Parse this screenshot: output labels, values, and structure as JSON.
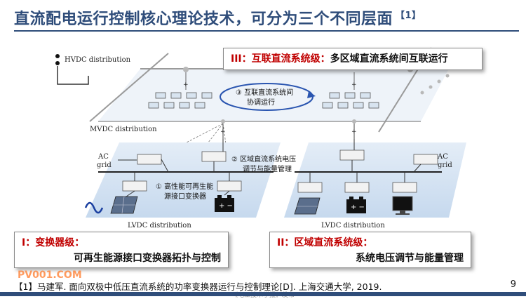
{
  "slide": {
    "title": "直流配电运行控制核心理论技术，可分为三个不同层面",
    "title_ref": "【1】",
    "page_number": "9"
  },
  "diagram": {
    "hvdc_label": "HVDC distribution",
    "mvdc_label": "MVDC distribution",
    "lvdc_left_label": "LVDC distribution",
    "lvdc_right_label": "LVDC distribution",
    "ac_grid_left": [
      "AC",
      "grid"
    ],
    "ac_grid_right": [
      "AC",
      "grid"
    ],
    "note_interconnect": [
      "③ 互联直流系统间",
      "协调运行"
    ],
    "note_regional": [
      "② 区域直流系统电压",
      "调节与能量管理"
    ],
    "note_converter": [
      "① 高性能可再生能",
      "源接口变换器"
    ]
  },
  "callouts": {
    "level3": {
      "level": "III：互联直流系统级：",
      "desc": "多区域直流系统间互联运行"
    },
    "level1": {
      "level": "I：变换器级：",
      "desc": "可再生能源接口变换器拓扑与控制"
    },
    "level2": {
      "level": "II：区域直流系统级：",
      "desc": "系统电压调节与能量管理"
    }
  },
  "footer": {
    "reference": "【1】马建军. 面向双极中低压直流系统的功率变换器运行与控制理论[D]. 上海交通大学, 2019.",
    "watermark": "PV001.COM",
    "credit": "《电工技术学报》发布"
  },
  "colors": {
    "accent": "#2f4d7a",
    "level_red": "#c00000",
    "panel_blue": "#c9dbef"
  }
}
